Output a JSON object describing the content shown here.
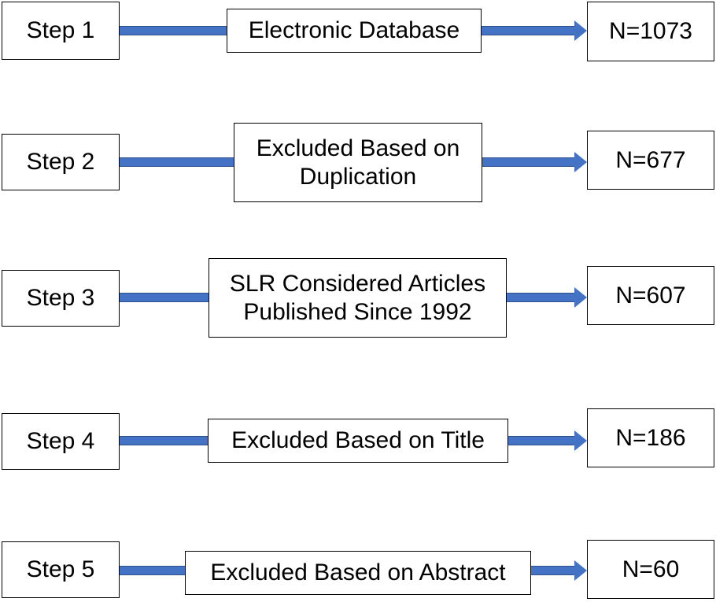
{
  "steps": [
    {
      "step": "Step 1",
      "process": [
        "Electronic Database"
      ],
      "count": "N=1073"
    },
    {
      "step": "Step 2",
      "process": [
        "Excluded Based on",
        "Duplication"
      ],
      "count": "N=677"
    },
    {
      "step": "Step 3",
      "process": [
        "SLR Considered Articles",
        "Published Since 1992"
      ],
      "count": "N=607"
    },
    {
      "step": "Step 4",
      "process": [
        "Excluded Based on Title"
      ],
      "count": "N=186"
    },
    {
      "step": "Step 5",
      "process": [
        "Excluded Based on Abstract"
      ],
      "count": "N=60"
    }
  ],
  "colors": {
    "arrow_fill": "#4472c4",
    "arrow_stroke": "#2f528f",
    "box_border": "#000000"
  }
}
